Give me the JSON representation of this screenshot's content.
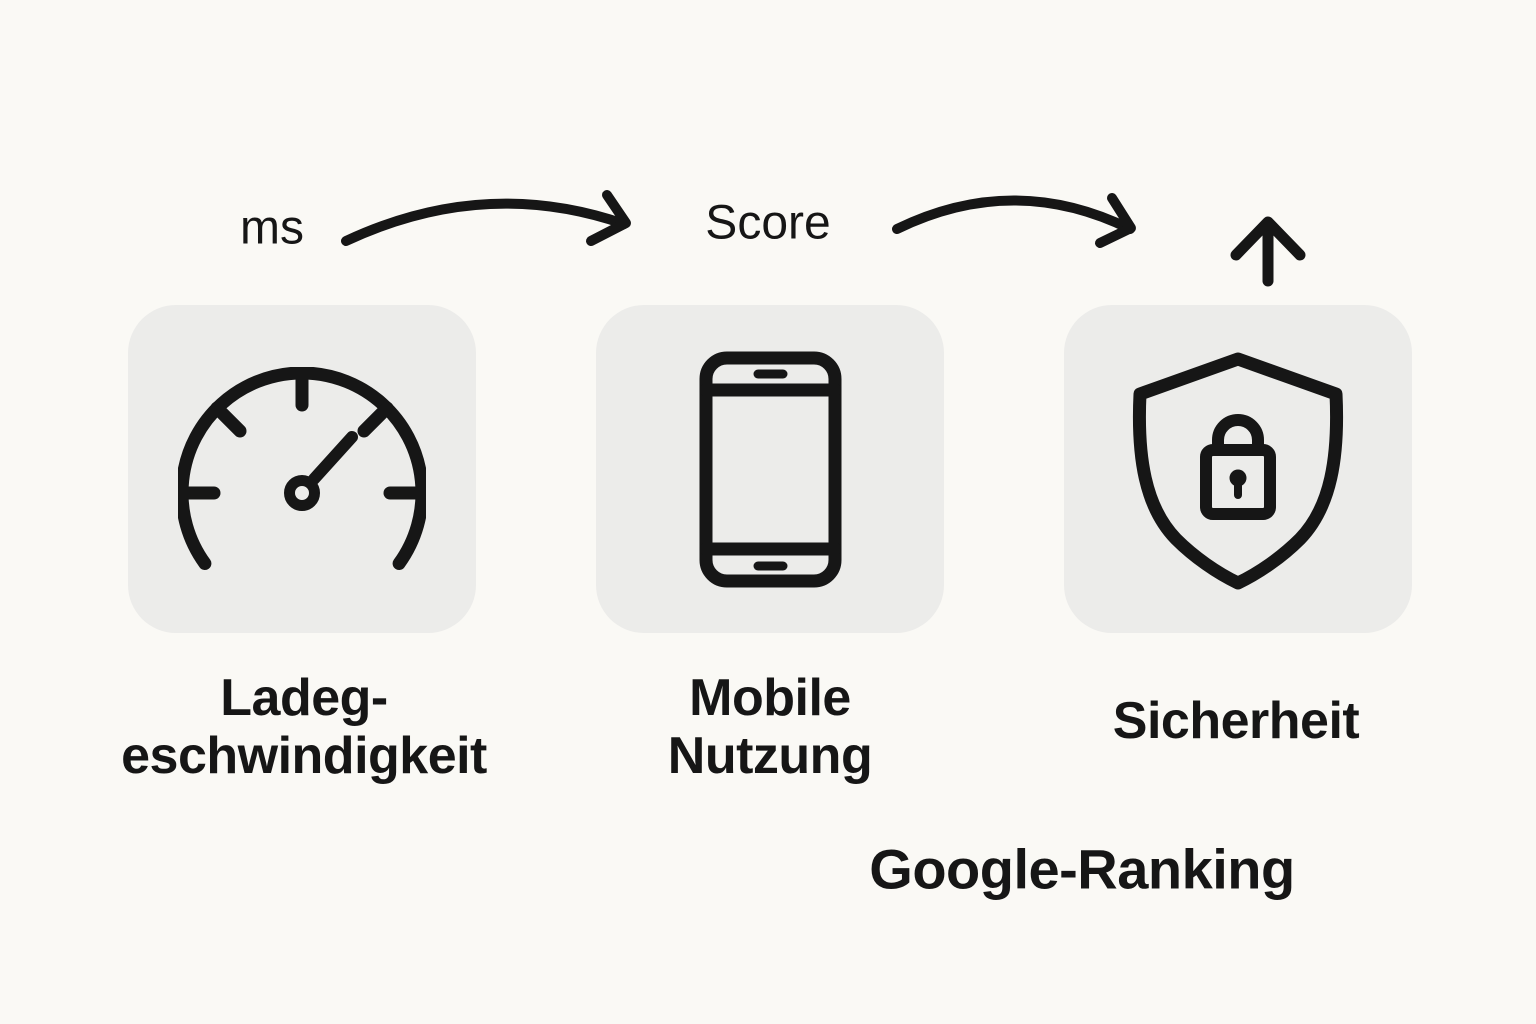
{
  "meta": {
    "background_color": "#faf9f5",
    "card_color": "#ececea",
    "ink_color": "#161616"
  },
  "flow": {
    "arrow1_label": "ms",
    "arrow2_label": "Score",
    "arrow1_icon": "curved-arrow-right-icon",
    "arrow2_icon": "curved-arrow-right-icon",
    "result_arrow_icon": "arrow-up-icon",
    "items": [
      {
        "icon": "speedometer-icon",
        "label": "Ladeg-\neschwindigkeit"
      },
      {
        "icon": "smartphone-icon",
        "label": "Mobile\nNutzung"
      },
      {
        "icon": "shield-lock-icon",
        "label": "Sicherheit"
      }
    ],
    "result_label": "Google-Ranking"
  }
}
